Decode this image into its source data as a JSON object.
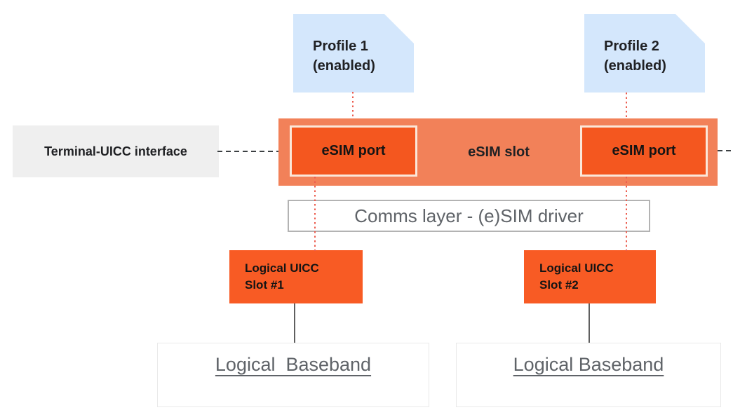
{
  "diagram": {
    "profiles": [
      {
        "title": "Profile 1",
        "subtitle": "(enabled)"
      },
      {
        "title": "Profile 2",
        "subtitle": "(enabled)"
      }
    ],
    "terminal_interface_label": "Terminal-UICC interface",
    "esim_slot_label": "eSIM slot",
    "esim_ports": [
      {
        "label": "eSIM port"
      },
      {
        "label": "eSIM port"
      }
    ],
    "comms_layer_label": "Comms layer - (e)SIM driver",
    "uicc_slots": [
      {
        "line1": "Logical UICC",
        "line2": "Slot #1"
      },
      {
        "line1": "Logical UICC",
        "line2": "Slot #2"
      }
    ],
    "basebands": [
      {
        "label": "Logical  Baseband"
      },
      {
        "label": "Logical Baseband"
      }
    ],
    "colors": {
      "profile_fill": "#d4e7fc",
      "slot_fill": "#f28159",
      "port_fill": "#f4571f",
      "port_border": "#fbe7d9",
      "uicc_fill": "#f85b24",
      "label_box_fill": "#efefef",
      "dark_text": "#202124",
      "muted_text": "#5f6368",
      "dotted_connector": "#ec5e50",
      "dashed_connector": "#3c4043",
      "solid_connector": "#5f5f5f",
      "comms_border": "#b3b3b3",
      "baseband_border": "#e9e9e9"
    }
  }
}
